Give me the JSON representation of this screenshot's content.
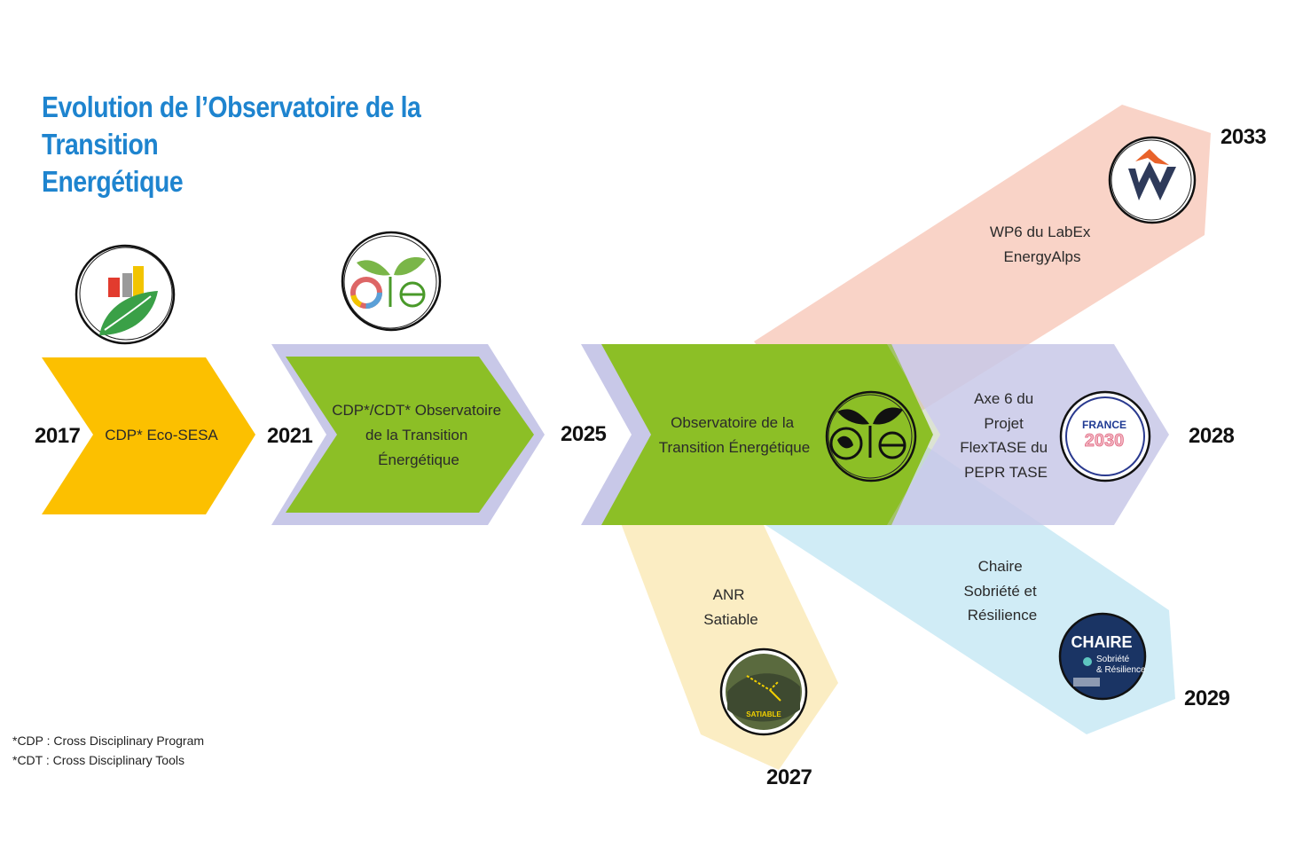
{
  "title_line1": "Evolution de l’Observatoire de la Transition",
  "title_line2": "Energétique",
  "colors": {
    "title": "#1e84cf",
    "yellow": "#fcc000",
    "green": "#8cbf26",
    "lavender": "#c8c8e8",
    "salmon": "#f8cfc2",
    "sky": "#cdebf5",
    "cream": "#fbedc3"
  },
  "years": {
    "y2017": "2017",
    "y2021": "2021",
    "y2025": "2025",
    "y2028": "2028",
    "y2033": "2033",
    "y2027": "2027",
    "y2029": "2029"
  },
  "stages": {
    "ecosesa": "CDP* Eco-SESA",
    "cdp_cdt": [
      "CDP*/CDT* Observatoire",
      "de la Transition",
      "Énergétique"
    ],
    "observatoire": [
      "Observatoire de la",
      "Transition Énergétique"
    ]
  },
  "branches": {
    "labex": [
      "WP6 du LabEx",
      "EnergyAlps"
    ],
    "flextase": [
      "Axe 6 du",
      "Projet",
      "FlexTASE du",
      "PEPR TASE"
    ],
    "anr": [
      "ANR",
      "Satiable"
    ],
    "chaire": [
      "Chaire",
      "Sobriété et",
      "Résilience"
    ]
  },
  "logos": {
    "france2030_top": "FRANCE",
    "france2030_bottom": "2030",
    "chaire_top": "CHAIRE",
    "chaire_sub1": "Sobriété",
    "chaire_sub2": "& Résilience",
    "satiable": "SATIABLE"
  },
  "footnotes": {
    "cdp": "*CDP : Cross Disciplinary Program",
    "cdt": "*CDT : Cross Disciplinary Tools"
  }
}
